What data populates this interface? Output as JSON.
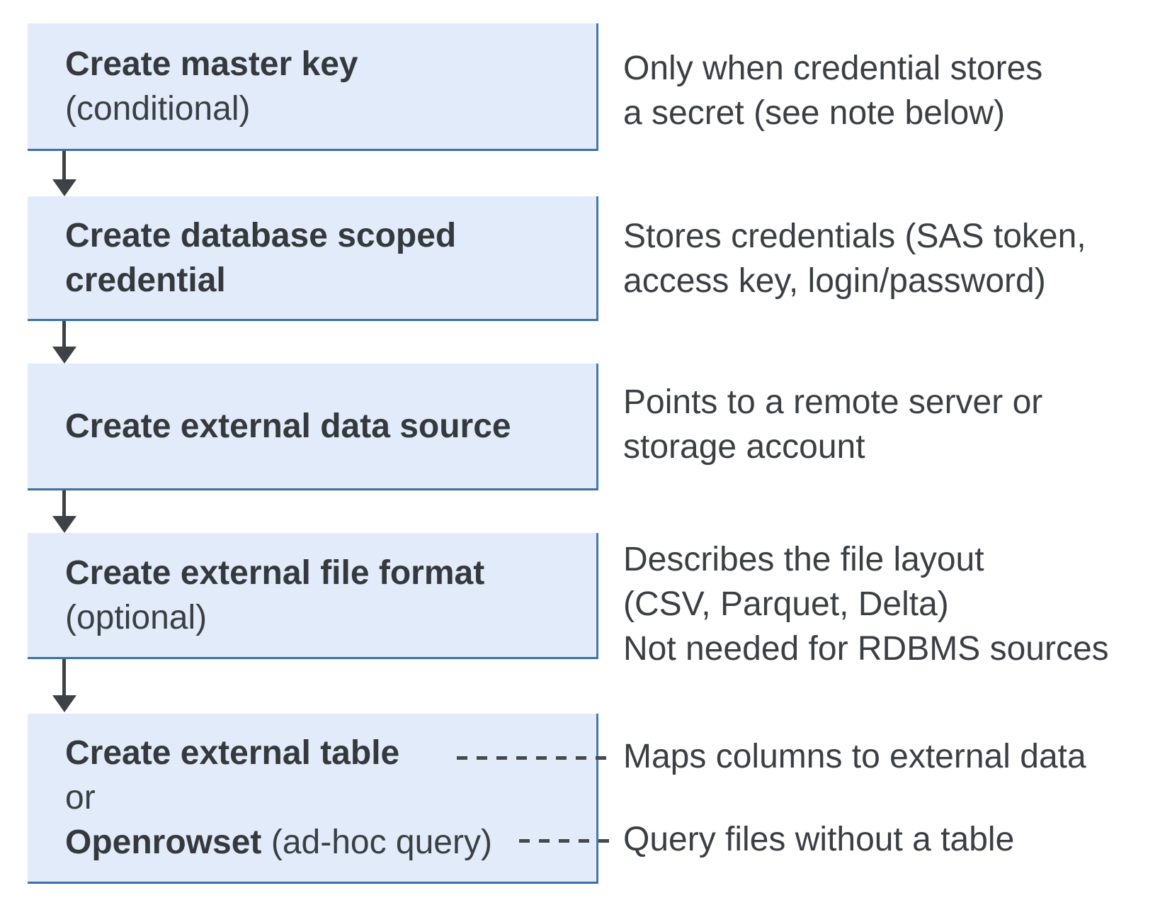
{
  "diagram": {
    "type": "flowchart",
    "steps": [
      {
        "box": {
          "bold_text": "Create master key",
          "normal_text": "(conditional)"
        },
        "note_lines": [
          "Only when credential stores",
          "a secret (see note below)"
        ]
      },
      {
        "box": {
          "bold_lines": [
            "Create database scoped",
            "credential"
          ]
        },
        "note_lines": [
          "Stores credentials (SAS token,",
          "access key, login/password)"
        ]
      },
      {
        "box": {
          "bold_text": "Create external data source"
        },
        "note_lines": [
          "Points to a remote server or",
          "storage account"
        ]
      },
      {
        "box": {
          "bold_text": "Create external file format",
          "normal_text": "(optional)"
        },
        "note_lines": [
          "Describes the file layout",
          "(CSV, Parquet, Delta)",
          "Not needed for RDBMS sources"
        ]
      },
      {
        "box": {
          "line1_bold": "Create external table",
          "line2_normal": "or",
          "line3_bold": "Openrowset",
          "line3_normal": "(ad-hoc query)"
        },
        "note_table": "Maps columns to external data",
        "note_openrowset": "Query files without a table"
      }
    ],
    "colors": {
      "box_fill": "#e1ebf9",
      "box_border": "#4379b2",
      "arrow": "#3e4145",
      "text_bold": "#35393e",
      "text_regular": "#3b3f44",
      "background": "#ffffff"
    }
  }
}
